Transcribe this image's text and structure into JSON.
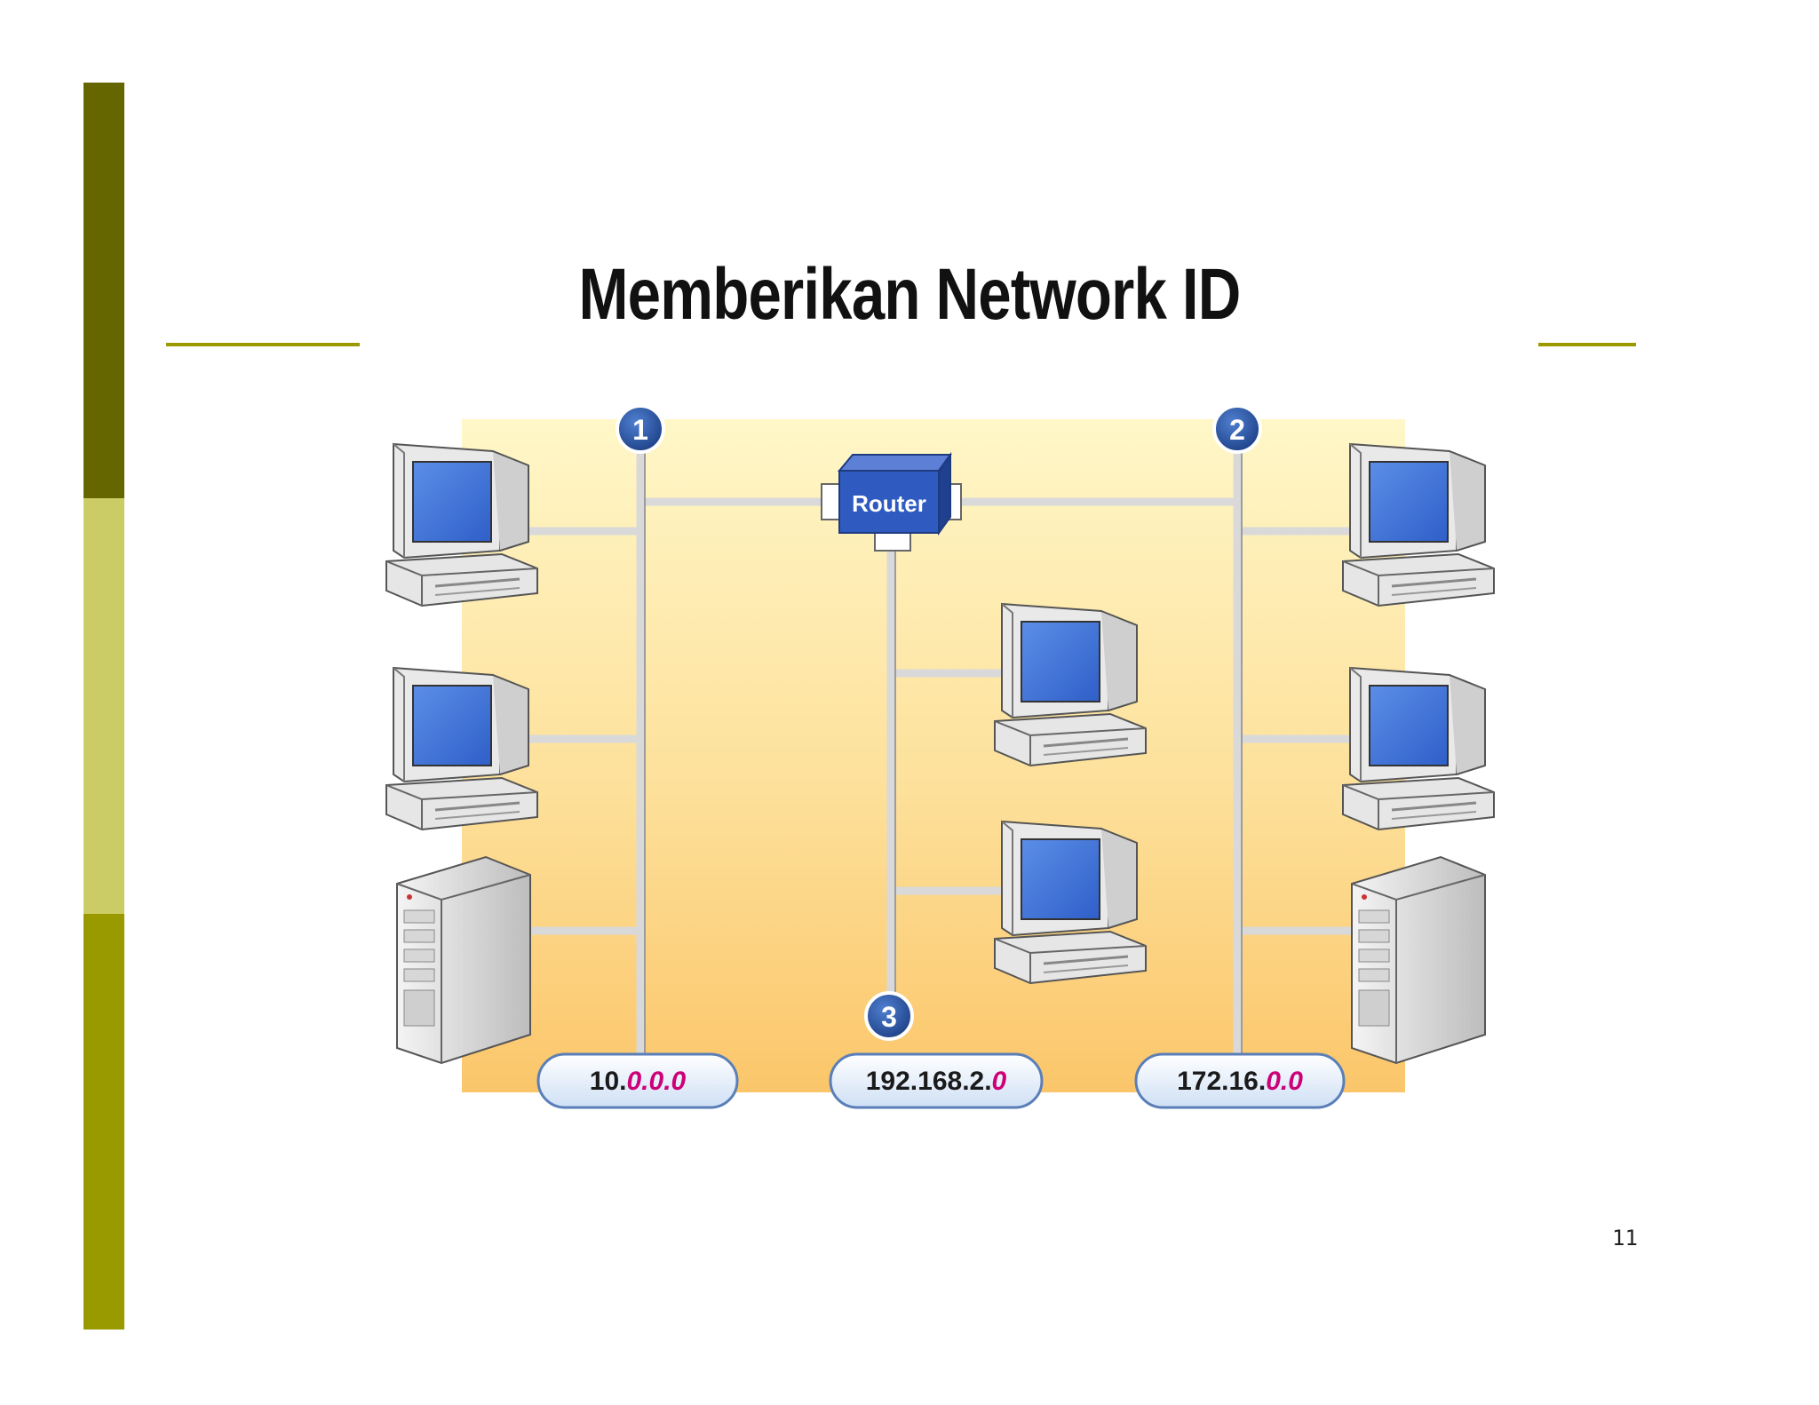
{
  "slide": {
    "title": "Memberikan Network ID",
    "page_number": "11",
    "colors": {
      "bar_top": "#666600",
      "bar_middle": "#cccc66",
      "bar_bottom": "#999900",
      "rule": "#9a9a00",
      "host_part": "#cc0077"
    }
  },
  "diagram": {
    "router_label": "Router",
    "markers": [
      "1",
      "2",
      "3"
    ],
    "networks": [
      {
        "network": "10.",
        "host": "0.0.0"
      },
      {
        "network": "192.168.2.",
        "host": "0"
      },
      {
        "network": "172.16.",
        "host": "0.0"
      }
    ]
  }
}
